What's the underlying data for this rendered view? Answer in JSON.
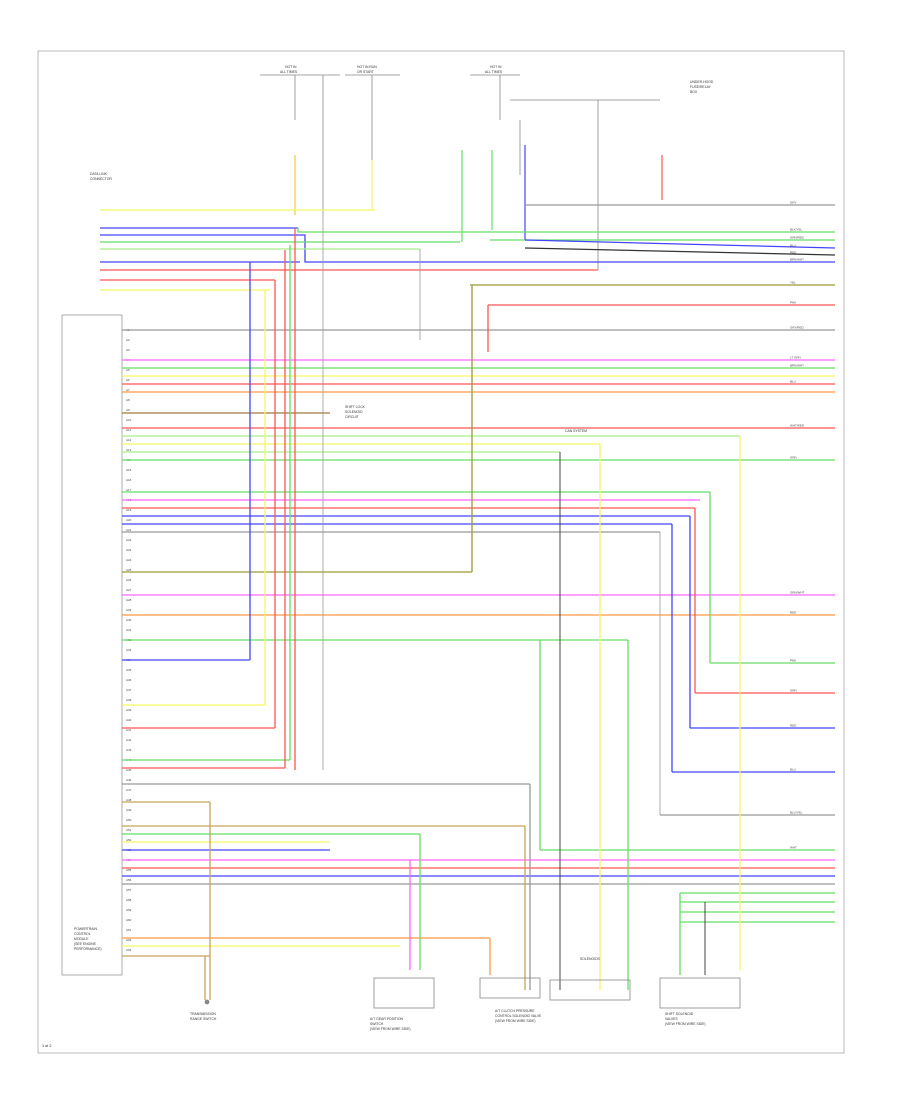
{
  "diagram": {
    "figure_id": "1 of 2",
    "ecu_label_lines": [
      "POWERTRAIN",
      "CONTROL",
      "MODULE",
      "(SEE ENGINE",
      "PERFORMANCE)"
    ],
    "top_connector_left_text": [
      "HOT IN",
      "ALL TIMES"
    ],
    "top_connector_mid_text": [
      "HOT IN RUN",
      "OR START"
    ],
    "top_connector_right_text": [
      "HOT IN",
      "ALL TIMES"
    ],
    "top_right_note_lines": [
      "UNDER-HOOD",
      "FUSE/RELAY",
      "BOX"
    ],
    "left_header_lines": [
      "DATA LINK",
      "CONNECTOR"
    ],
    "mid_note_lines": [
      "SHIFT LOCK",
      "SOLENOID",
      "CIRCUIT"
    ],
    "mid_right_label": "CAN SYSTEM",
    "bottom_left_component_lines": [
      "TRANSMISSION",
      "RANGE SWITCH"
    ],
    "bottom_mid_component_lines": [
      "A/T GEAR POSITION",
      "SWITCH",
      "(VIEW FROM WIRE SIDE)"
    ],
    "bottom_center_component_lines": [
      "A/T CLUTCH PRESSURE",
      "CONTROL SOLENOID VALVE",
      "(VIEW FROM WIRE SIDE)"
    ],
    "bottom_right_component_lines": [
      "SHIFT SOLENOID",
      "VALVES",
      "(VIEW FROM WIRE SIDE)"
    ],
    "bottom_center_mid_label": "SOLENOIDS",
    "ecu_pins": [
      "A1",
      "A2",
      "A3",
      "A4",
      "A5",
      "A6",
      "A7",
      "A8",
      "A9",
      "A10",
      "A11",
      "A12",
      "A13",
      "A14",
      "A15",
      "A16",
      "A17",
      "A18",
      "A19",
      "A20",
      "A21",
      "A22",
      "A23",
      "A24",
      "A25",
      "A26",
      "A27",
      "A28",
      "A29",
      "A30",
      "A31",
      "A32",
      "A33",
      "A34",
      "A35",
      "A36",
      "A37",
      "A38",
      "A39",
      "A40",
      "A41",
      "A42",
      "A43",
      "A44",
      "A45",
      "A46",
      "A47",
      "A48",
      "A49",
      "A50",
      "A51",
      "A52",
      "A53",
      "A54",
      "A55",
      "A56",
      "A57",
      "A58",
      "A59",
      "A60",
      "A61",
      "A62",
      "A63"
    ],
    "right_wire_labels": [
      "GRY",
      "BLK/YEL",
      "GRN/RED",
      "BLU",
      "RED",
      "BRN/WHT",
      "YEL",
      "PNK",
      "GRY/RED",
      "LT GRN",
      "BRN/WHT",
      "BLU",
      "WHT/RED",
      "GRN",
      "GRN/WHT",
      "RED",
      "PNK",
      "GRN",
      "RED",
      "BLU",
      "BLU/YEL",
      "WHT"
    ],
    "wire_colors": {
      "yellow": "#f5f566",
      "blue": "#4444ff",
      "green": "#66dd66",
      "red": "#ff5555",
      "pink": "#ff66ff",
      "orange": "#ff9944",
      "tan": "#c9a25a",
      "gray": "#999999",
      "black": "#333333",
      "brown": "#a07a3a",
      "olive": "#9c9c33",
      "lightgreen": "#aaee88"
    }
  }
}
